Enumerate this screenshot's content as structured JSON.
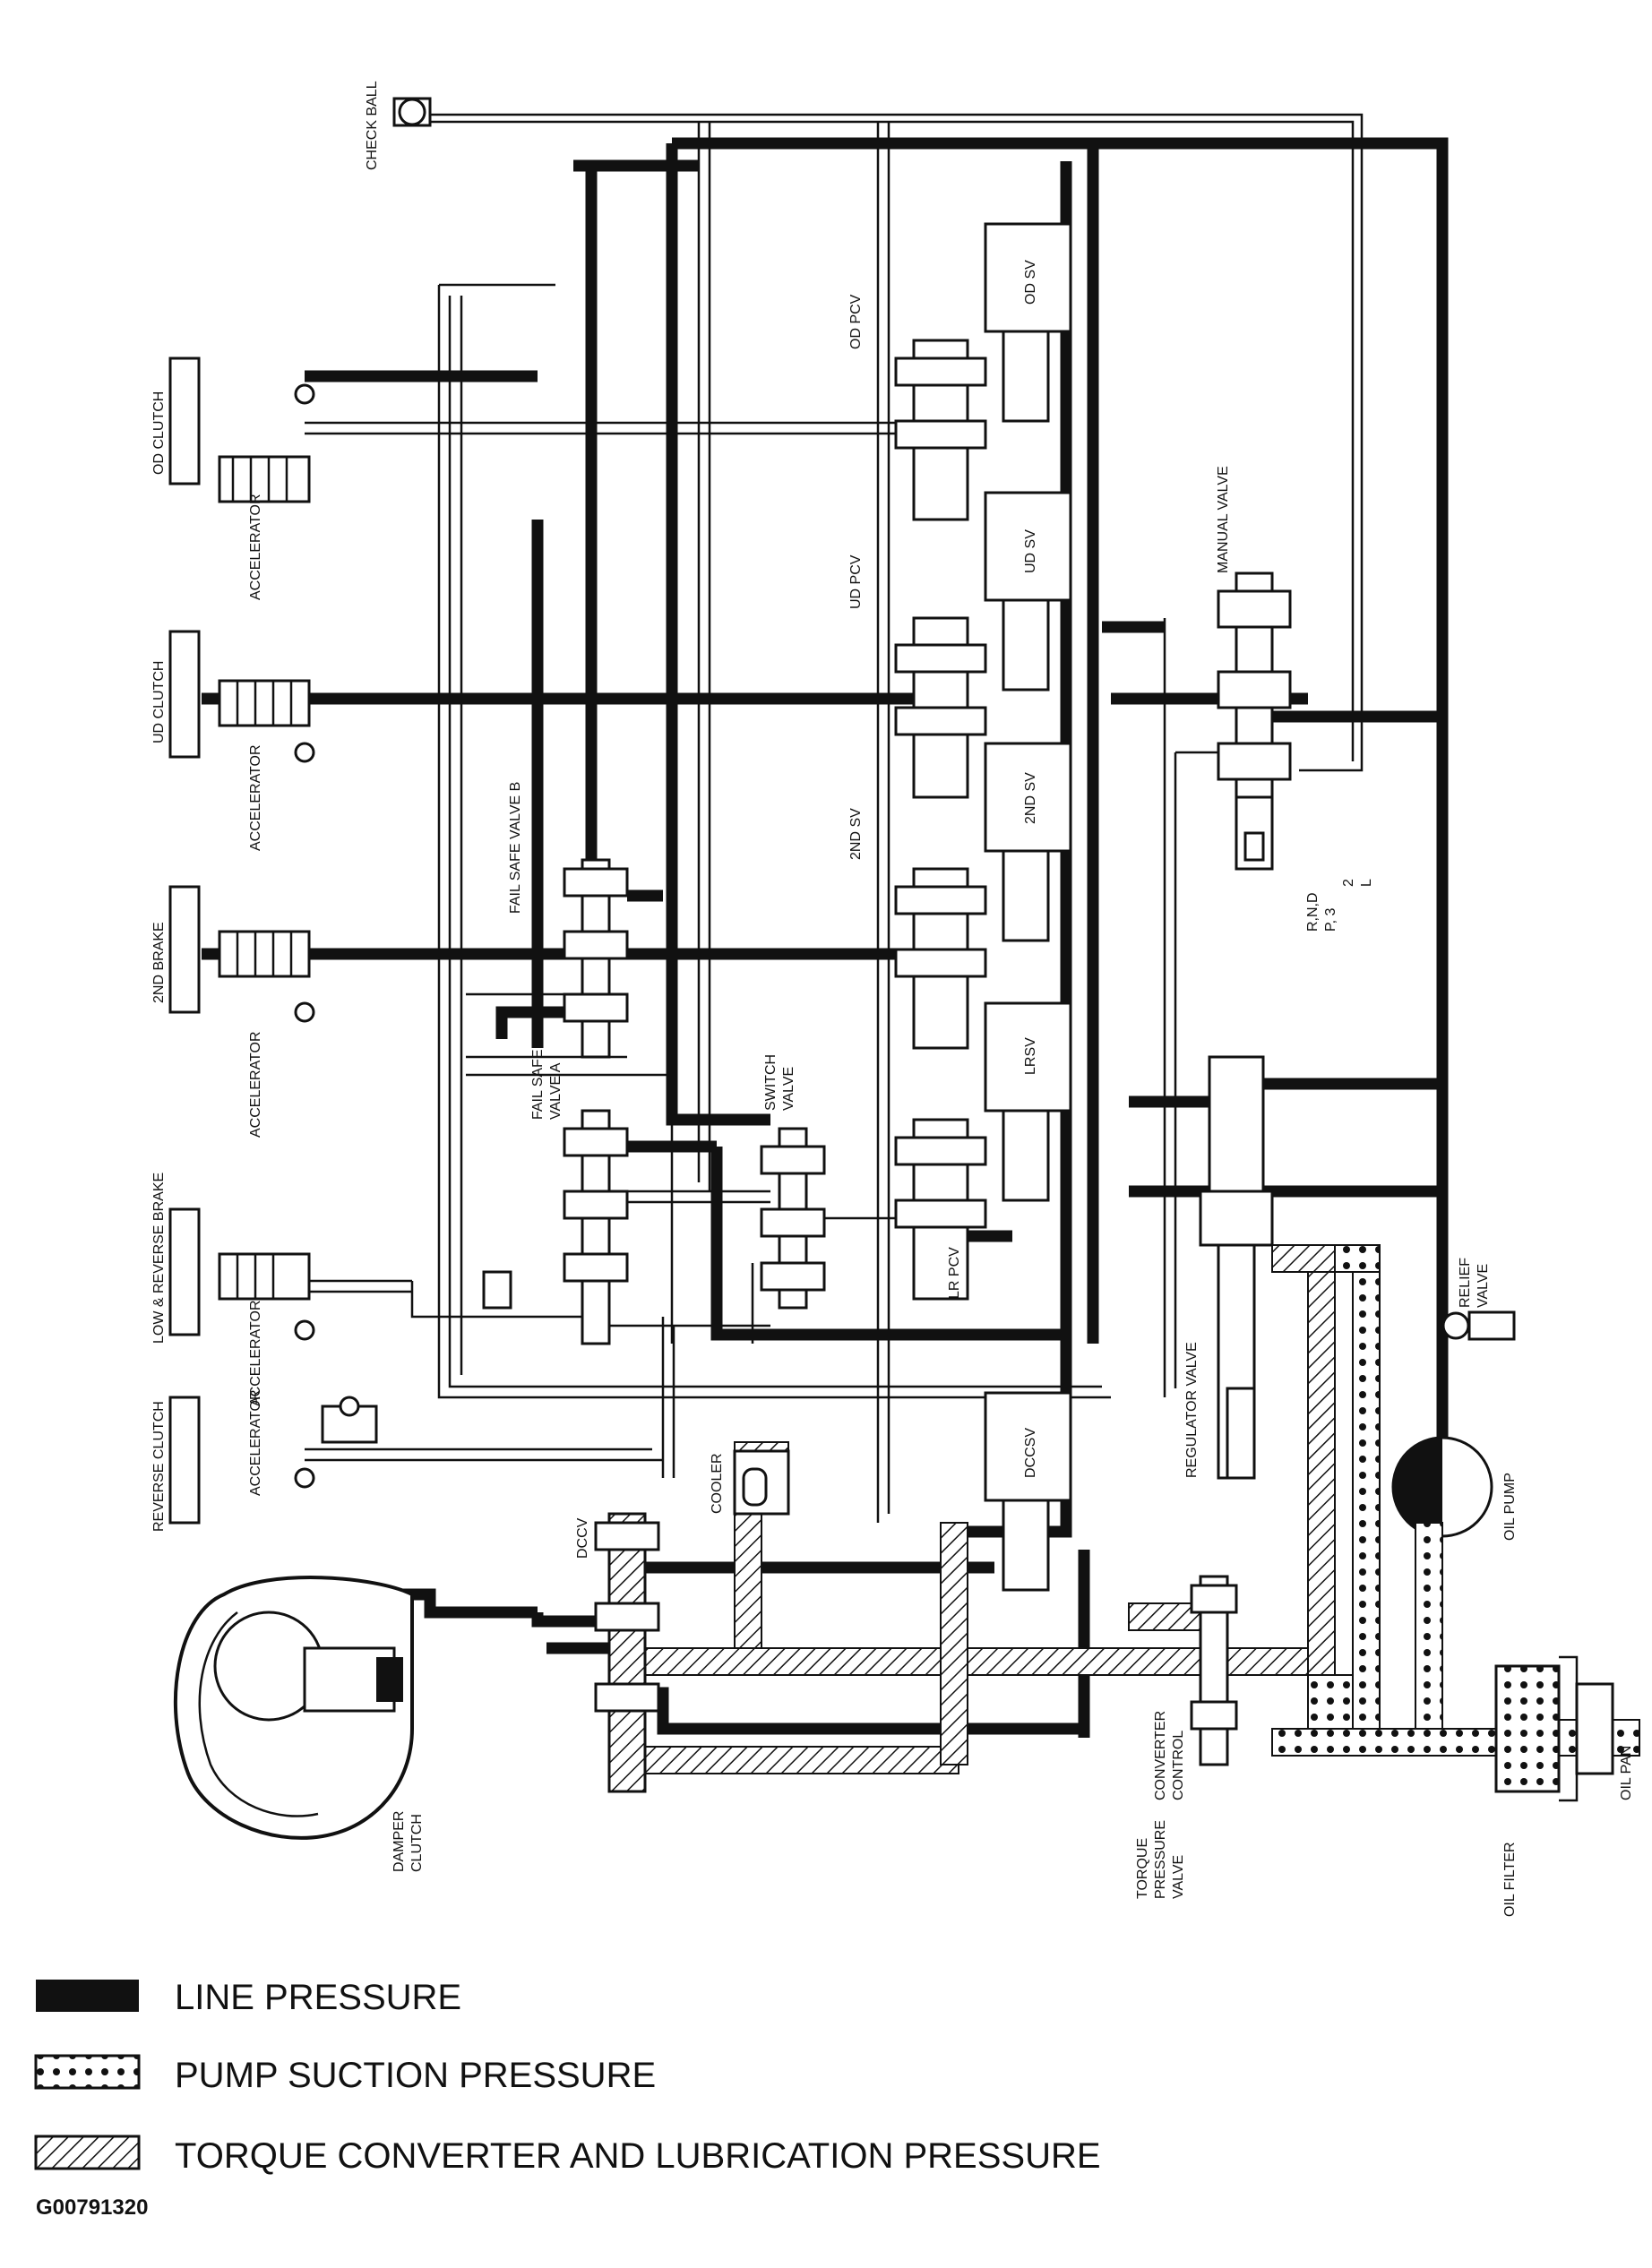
{
  "labels": {
    "check_ball": "CHECK BALL",
    "od_clutch": "OD CLUTCH",
    "ud_clutch": "UD CLUTCH",
    "second_brake": "2ND BRAKE",
    "low_reverse_brake": "LOW & REVERSE BRAKE",
    "reverse_clutch": "REVERSE CLUTCH",
    "accelerator_1": "ACCELERATOR",
    "accelerator_2": "ACCELERATOR",
    "accelerator_3": "ACCELERATOR",
    "accelerator_4": "ACCELERATOR",
    "accelerator_5": "ACCELERATOR",
    "fail_safe_valve_b": "FAIL SAFE VALVE B",
    "fail_safe_valve_a_1": "FAIL SAFE",
    "fail_safe_valve_a_2": "VALVE A",
    "od_pcv": "OD PCV",
    "ud_pcv": "UD PCV",
    "second_sv": "2ND SV",
    "lr_pcv": "LR PCV",
    "od_sv": "OD SV",
    "ud_sv": "UD SV",
    "second_sv_box": "2ND SV",
    "lrsv": "LRSV",
    "dccsv": "DCCSV",
    "switch_valve_1": "SWITCH",
    "switch_valve_2": "VALVE",
    "manual_valve": "MANUAL VALVE",
    "shift_rnd": "R,N,D",
    "shift_p3": "P, 3",
    "shift_2": "2",
    "shift_l": "L",
    "regulator_valve": "REGULATOR VALVE",
    "relief_valve_1": "RELIEF",
    "relief_valve_2": "VALVE",
    "oil_pump": "OIL PUMP",
    "oil_filter": "OIL FILTER",
    "oil_pan": "OIL PAN",
    "cooler": "COOLER",
    "dccv": "DCCV",
    "damper_clutch_1": "DAMPER",
    "damper_clutch_2": "CLUTCH",
    "converter_control_1": "CONVERTER",
    "converter_control_2": "CONTROL",
    "torque_pressure_1": "TORQUE",
    "torque_pressure_2": "PRESSURE",
    "torque_pressure_3": "VALVE"
  },
  "legend": [
    {
      "pattern": "solid",
      "label": "LINE PRESSURE"
    },
    {
      "pattern": "dotted",
      "label": "PUMP SUCTION PRESSURE"
    },
    {
      "pattern": "hatched",
      "label": "TORQUE CONVERTER AND LUBRICATION PRESSURE"
    }
  ],
  "figure_id": "G00791320",
  "colors": {
    "ink": "#111111",
    "paper": "#ffffff"
  }
}
